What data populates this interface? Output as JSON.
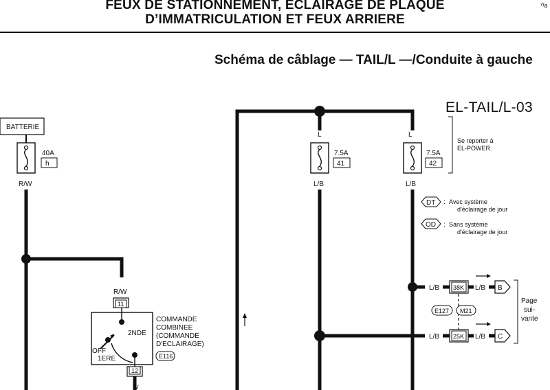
{
  "header": {
    "title_line1": "FEUX DE STATIONNEMENT, ECLAIRAGE DE PLAQUE",
    "title_line2": "D’IMMATRICULATION ET FEUX ARRIERE",
    "corner_mark": "na"
  },
  "diagram": {
    "subtitle": "Schéma de câblage — TAIL/L —/Conduite à gauche",
    "page_code": "EL-TAIL/L-03",
    "battery_label": "BATTERIE",
    "fuse_main": {
      "rating": "40A",
      "id": "h",
      "wire_out": "R/W"
    },
    "fuse_41": {
      "rating": "7.5A",
      "id": "41",
      "wire_in": "L",
      "wire_out": "L/B"
    },
    "fuse_42": {
      "rating": "7.5A",
      "id": "42",
      "wire_in": "L",
      "wire_out": "L/B"
    },
    "power_note_line1": "Se reporter à",
    "power_note_line2": "EL-POWER.",
    "legend": [
      {
        "tag": "DT",
        "line1": "Avec système",
        "line2": "d'éclairage de jour"
      },
      {
        "tag": "OD",
        "line1": "Sans système",
        "line2": "d'éclairage de jour"
      }
    ],
    "switch": {
      "wire_in": "R/W",
      "pin_top": "11",
      "pin_bottom": "12",
      "wire_out": "W",
      "label_lines": [
        "COMMANDE",
        "COMBINEE",
        "(COMMANDE",
        "D'ECLAIRAGE)"
      ],
      "connector": "E116",
      "pos_2nde": "2NDE",
      "pos_off": "OFF",
      "pos_1ere": "1ERE"
    },
    "connectors": {
      "row1": {
        "wire_left": "L/B",
        "conn": "38K",
        "wire_right": "L/B",
        "ref": "B"
      },
      "row2": {
        "wire_left": "L/B",
        "conn": "25K",
        "wire_right": "L/B",
        "ref": "C"
      },
      "conn_e127": "E127",
      "conn_m21": "M21"
    },
    "next_page_lines": [
      "Page",
      "sui-",
      "vante"
    ]
  }
}
